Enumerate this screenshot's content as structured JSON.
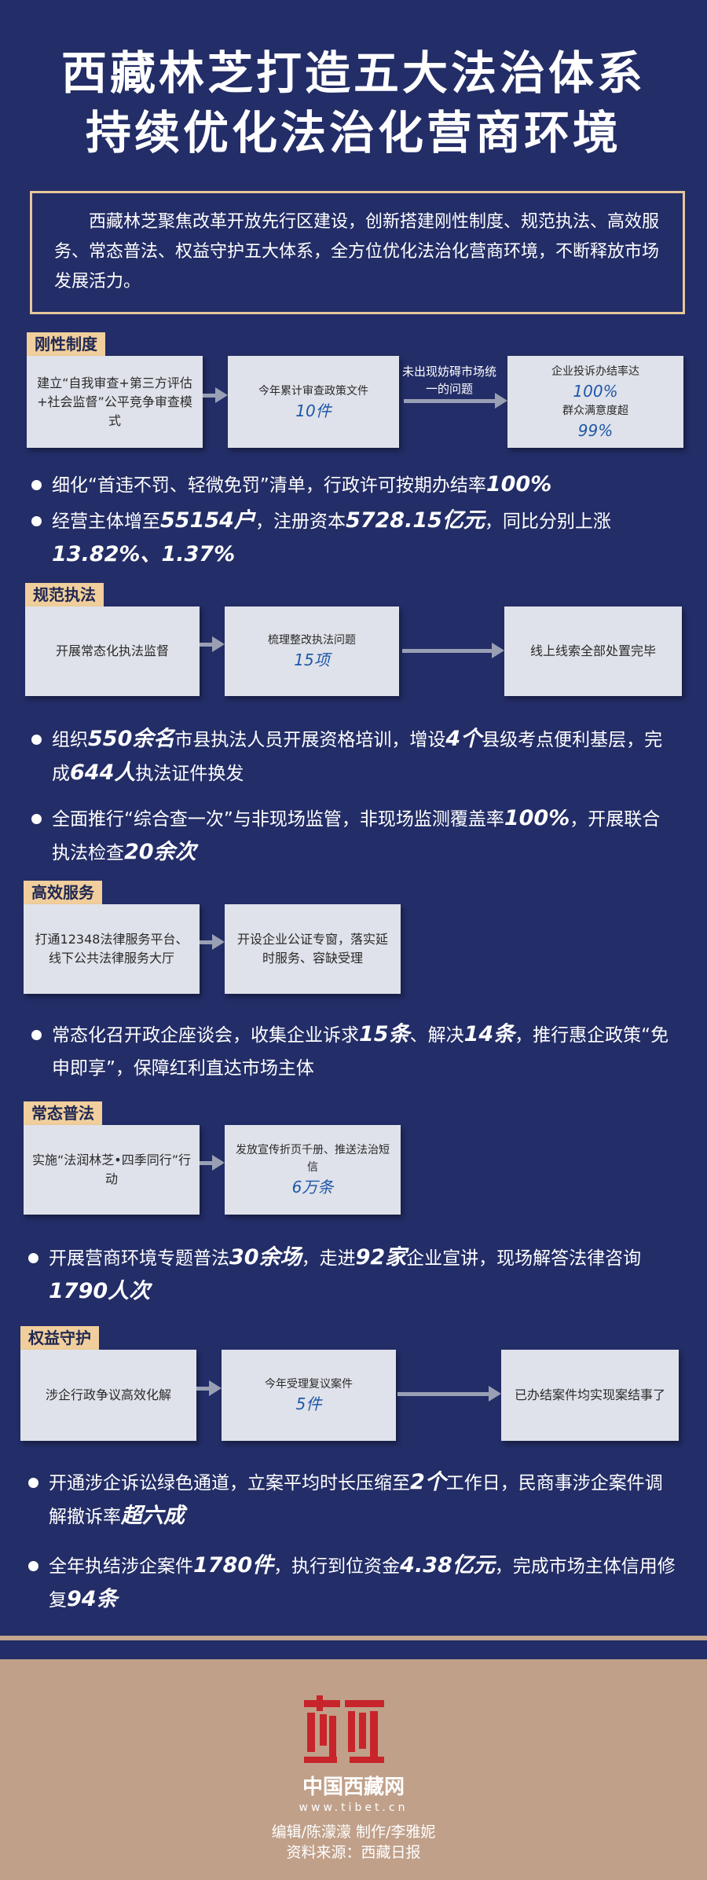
{
  "title": {
    "line1": "西藏林芝打造五大法治体系",
    "line2": "持续优化法治化营商环境"
  },
  "intro": "西藏林芝聚焦改革开放先行区建设，创新搭建刚性制度、规范执法、高效服务、常态普法、权益守护五大体系，全方位优化法治化营商环境，不断释放市场发展活力。",
  "sections": {
    "s1": {
      "tag": "刚性制度",
      "box1": "建立“自我审查+第三方评估+社会监督”公平竞争审查模式",
      "box2_text": "今年累计审查政策文件",
      "box2_num": "10件",
      "arrow_label": "未出现妨碍市场统一的问题",
      "box3_text1": "企业投诉办结率达",
      "box3_num1": "100%",
      "box3_text2": "群众满意度超",
      "box3_num2": "99%",
      "b1_a": "细化“首违不罚、轻微免罚”清单，行政许可按期办结率",
      "b1_num": "100%",
      "b2_a": "经营主体增至",
      "b2_num1": "55154户",
      "b2_b": "，注册资本",
      "b2_num2": "5728.15亿元",
      "b2_c": "，同比分别上涨",
      "b2_num3": "13.82%、1.37%"
    },
    "s2": {
      "tag": "规范执法",
      "box1": "开展常态化执法监督",
      "box2_text": "梳理整改执法问题",
      "box2_num": "15项",
      "box3": "线上线索全部处置完毕",
      "b1_a": "组织",
      "b1_num1": "550余名",
      "b1_b": "市县执法人员开展资格培训，增设",
      "b1_num2": "4个",
      "b1_c": "县级考点便利基层，完成",
      "b1_num3": "644人",
      "b1_d": "执法证件换发",
      "b2_a": "全面推行“综合查一次”与非现场监管，非现场监测覆盖率",
      "b2_num1": "100%",
      "b2_b": "，开展联合执法检查",
      "b2_num2": "20余次"
    },
    "s3": {
      "tag": "高效服务",
      "box1": "打通12348法律服务平台、线下公共法律服务大厅",
      "box2": "开设企业公证专窗，落实延时服务、容缺受理",
      "b1_a": "常态化召开政企座谈会，收集企业诉求",
      "b1_num1": "15条",
      "b1_b": "、解决",
      "b1_num2": "14条",
      "b1_c": "，推行惠企政策“免申即享”，保障红利直达市场主体"
    },
    "s4": {
      "tag": "常态普法",
      "box1": "实施“法润林芝•四季同行”行动",
      "box2_text": "发放宣传折页千册、推送法治短信",
      "box2_num": "6万条",
      "b1_a": "开展营商环境专题普法",
      "b1_num1": "30余场",
      "b1_b": "，走进",
      "b1_num2": "92家",
      "b1_c": "企业宣讲，现场解答法律咨询",
      "b1_num3": "1790人次"
    },
    "s5": {
      "tag": "权益守护",
      "box1": "涉企行政争议高效化解",
      "box2_text": "今年受理复议案件",
      "box2_num": "5件",
      "box3": "已办结案件均实现案结事了",
      "b1_a": "开通涉企诉讼绿色通道，立案平均时长压缩至",
      "b1_num1": "2个",
      "b1_b": "工作日，民商事涉企案件调解撤诉率",
      "b1_num2": "超六成",
      "b2_a": "全年执结涉企案件",
      "b2_num1": "1780件",
      "b2_b": "，执行到位资金",
      "b2_num2": "4.38亿元",
      "b2_c": "，完成市场主体信用修复",
      "b2_num3": "94条"
    }
  },
  "footer": {
    "site_name": "中国西藏网",
    "site_url": "www.tibet.cn",
    "credits": "编辑/陈濛濛 制作/李雅妮",
    "source": "资料来源：西藏日报"
  },
  "colors": {
    "background": "#232d67",
    "tag": "#f1cf9c",
    "box": "#dfe2ea",
    "number": "#1f57a8",
    "footer": "#c0a089",
    "logo": "#c8242b"
  }
}
